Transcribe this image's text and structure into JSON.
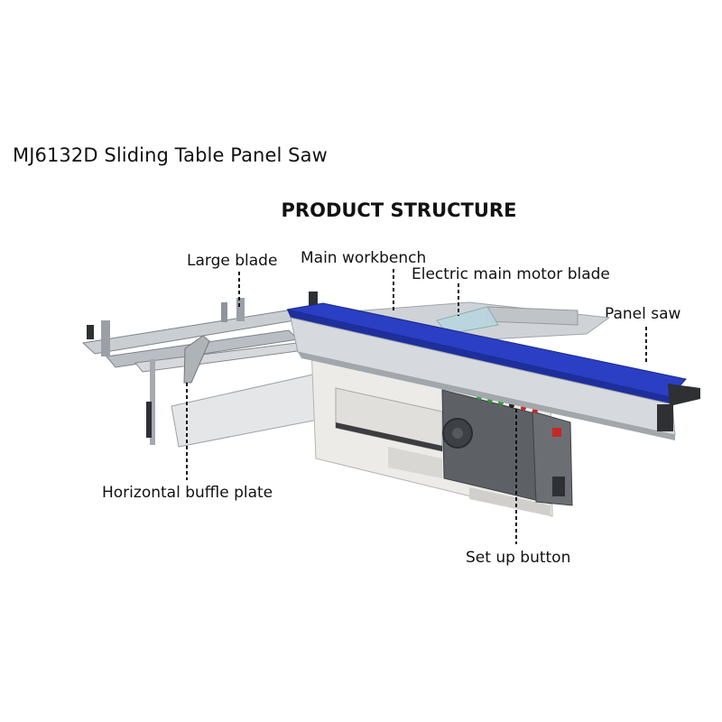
{
  "title": "MJ6132D Sliding Table Panel Saw",
  "heading": "PRODUCT STRUCTURE",
  "callouts": {
    "large_blade": "Large blade",
    "main_workbench": "Main workbench",
    "electric_motor_blade": "Electric main motor blade",
    "panel_saw": "Panel saw",
    "buffle_plate": "Horizontal buffle plate",
    "setup_button": "Set up button"
  },
  "colors": {
    "table_blue": "#2a3fc4",
    "frame_silver": "#c9ced3",
    "cabinet_grey": "#e6e6e4",
    "panel_dark": "#5d6165",
    "leader_line": "#111111"
  }
}
